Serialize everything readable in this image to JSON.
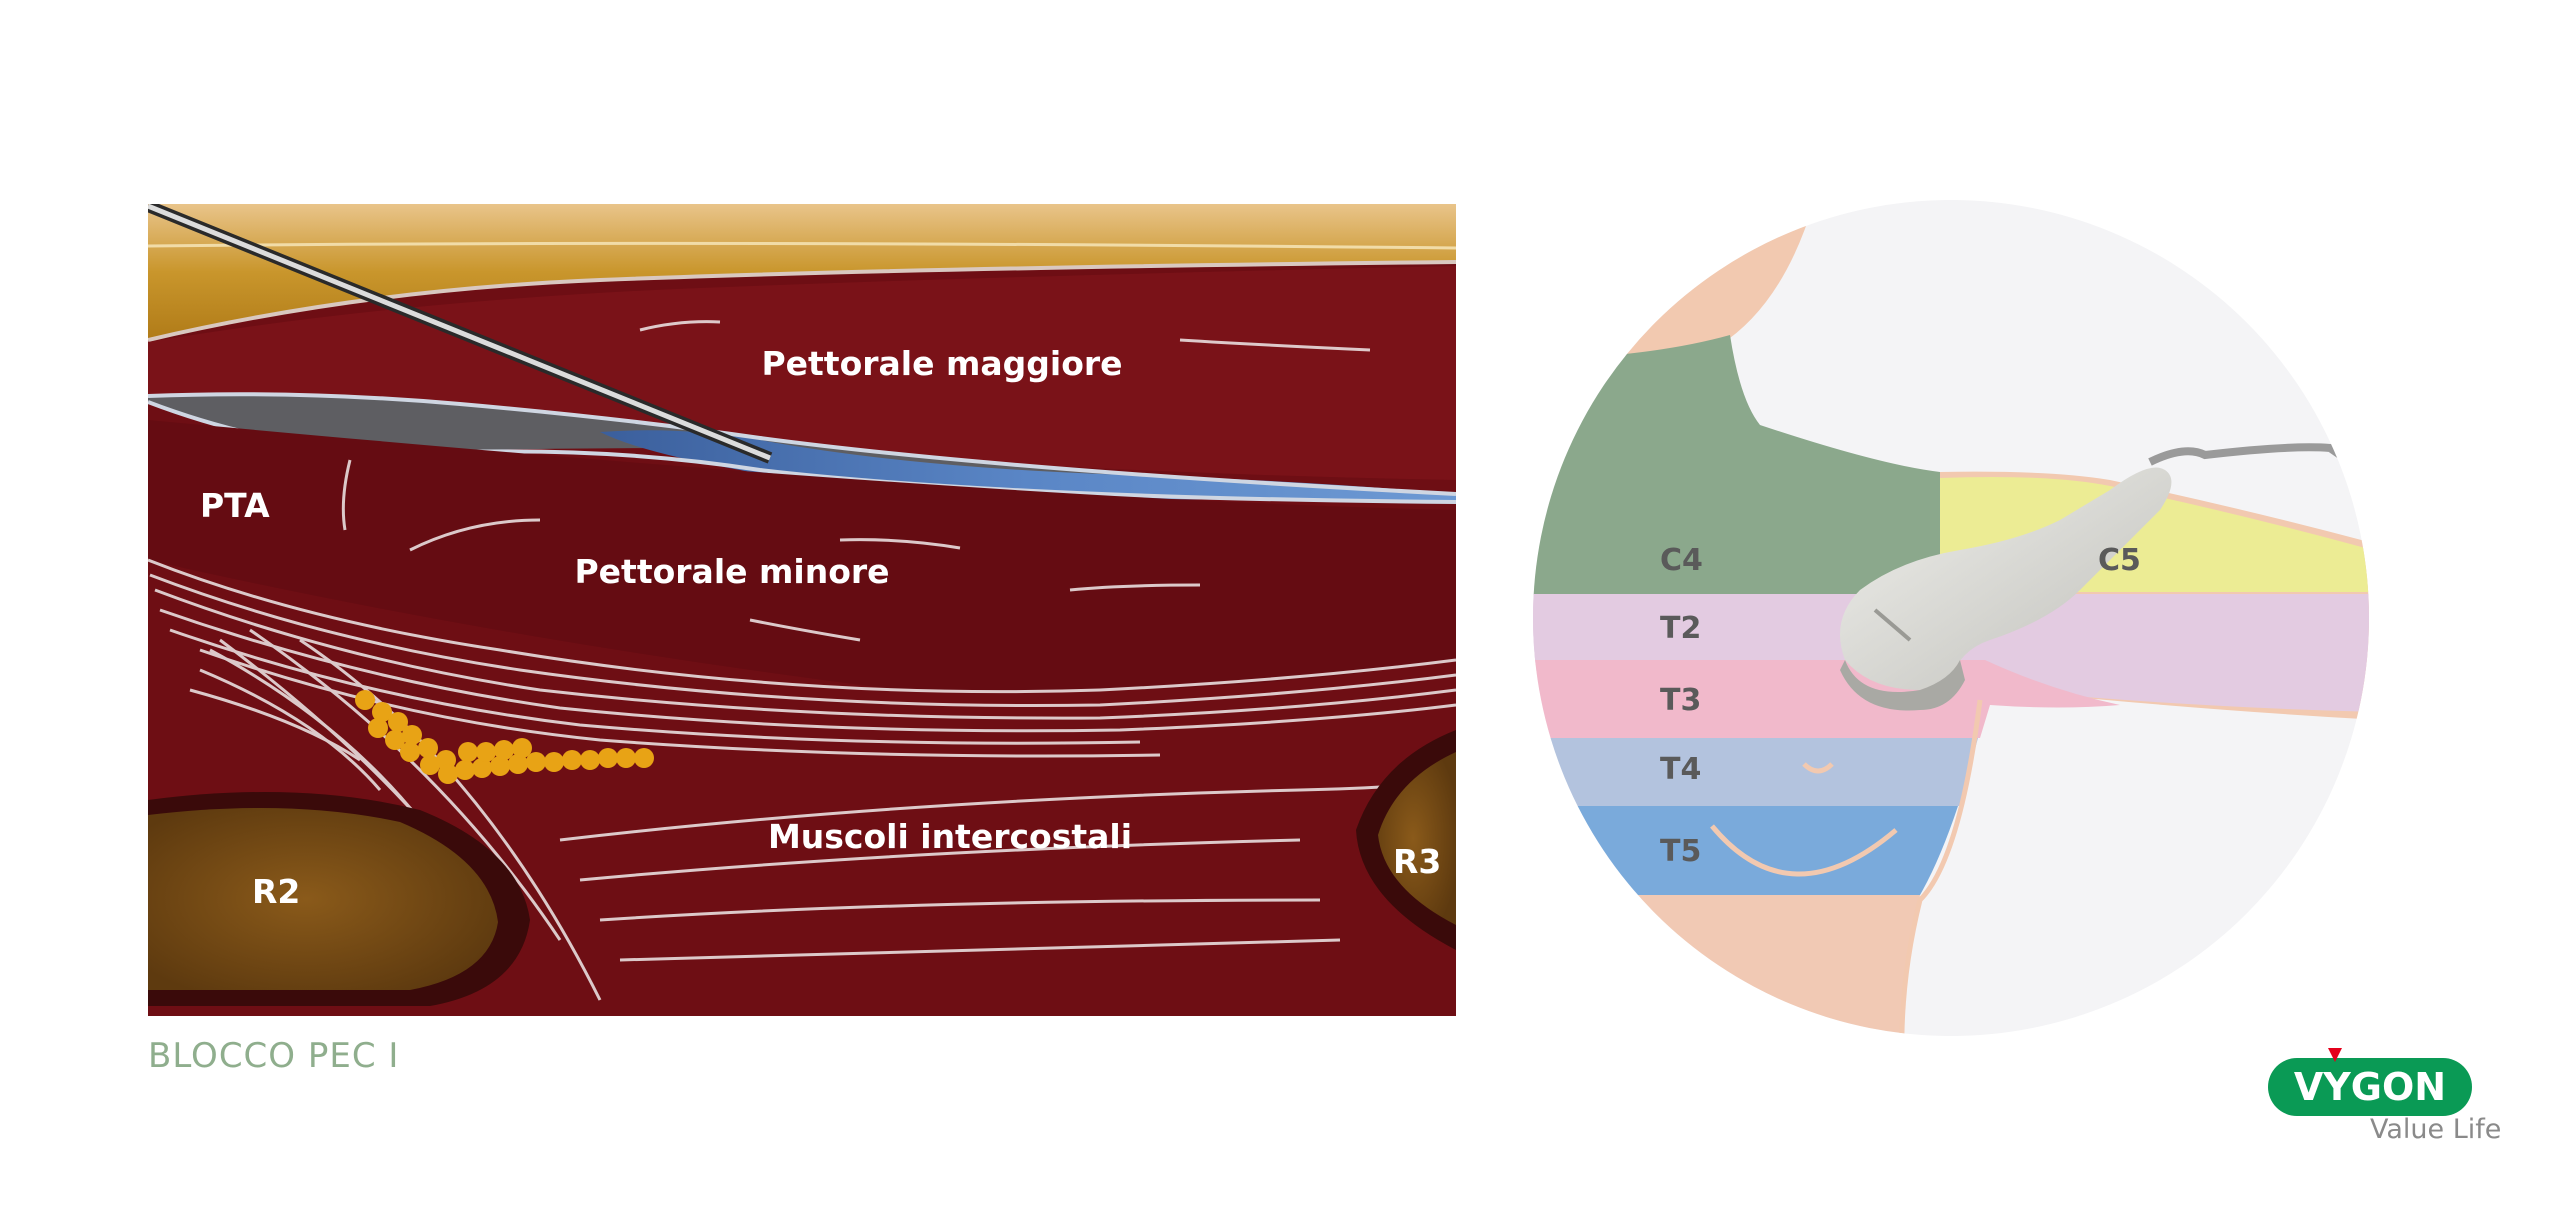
{
  "anatomy": {
    "labels": {
      "pta": "PTA",
      "pectoralis_major": "Pettorale maggiore",
      "pectoralis_minor": "Pettorale minore",
      "intercostals": "Muscoli intercostali",
      "r2": "R2",
      "r3": "R3"
    }
  },
  "caption": "BLOCCO PEC I",
  "dermatomes": {
    "c4": "C4",
    "c5": "C5",
    "t2": "T2",
    "t3": "T3",
    "t4": "T4",
    "t5": "T5"
  },
  "brand": {
    "name": "VYGON",
    "tagline": "Value Life",
    "color": "#0a9a55"
  }
}
